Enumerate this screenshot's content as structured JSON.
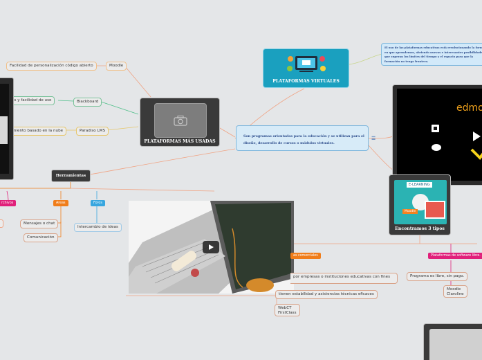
{
  "central": {
    "text": "Son programas orientados para la educación y se utilizan para el diseño, desarrollo de cursos o módulos virtuales."
  },
  "virtuales": {
    "title": "PLATAFORMAS VIRTUALES",
    "note": "El uso de las plataformas educativas está revolucionando la forma en que aprendemos, abriendo nuevas e interesantes posibilidades que superan los límites del tiempo y el espacio para que la formación no tenga frontera."
  },
  "usadas": {
    "title": "PLATAFORMAS MÁS USADAS"
  },
  "left_branch": {
    "moodle": "Moodle",
    "moodle_desc": "Facilidad de personalización código abierto",
    "blackboard": "Blackboard",
    "blackboard_desc": "bles y facilidad de uso",
    "paradiso": "Paradiso LMS",
    "paradiso_desc": "miento basado en la nube"
  },
  "herramientas": {
    "title": "Herramientas",
    "archivos": "rchivos",
    "areas": "Areas",
    "foros": "Foros",
    "mensajes": "Mensajes o chat",
    "comunicacion": "Comunicación",
    "intercambio": "Intercambio de ideas"
  },
  "tipos": {
    "title": "Encontramos 3 tipos",
    "image_caption": "E-LEARNING",
    "moodle_badge": "Moodle",
    "comerciales": "as comerciales",
    "comerciales_desc": "por empresas o instituciones educativas con fines",
    "comerciales_desc2": "tienen estabilidad y asistencias técnicas eficaces",
    "webct": "WebCT",
    "firstclass": "FirstClass",
    "libre": "Plataformas de software libre.",
    "libre_desc": "Programa es libre, sin pago.",
    "libre_moodle": "Moodle",
    "libre_claroline": "Claroline"
  },
  "edmodo": {
    "logo_text": "edmo"
  },
  "colors": {
    "link": "#f0a383",
    "accent_pink": "#e0207a",
    "accent_orange": "#f07d1a",
    "accent_blue": "#37a6df"
  }
}
